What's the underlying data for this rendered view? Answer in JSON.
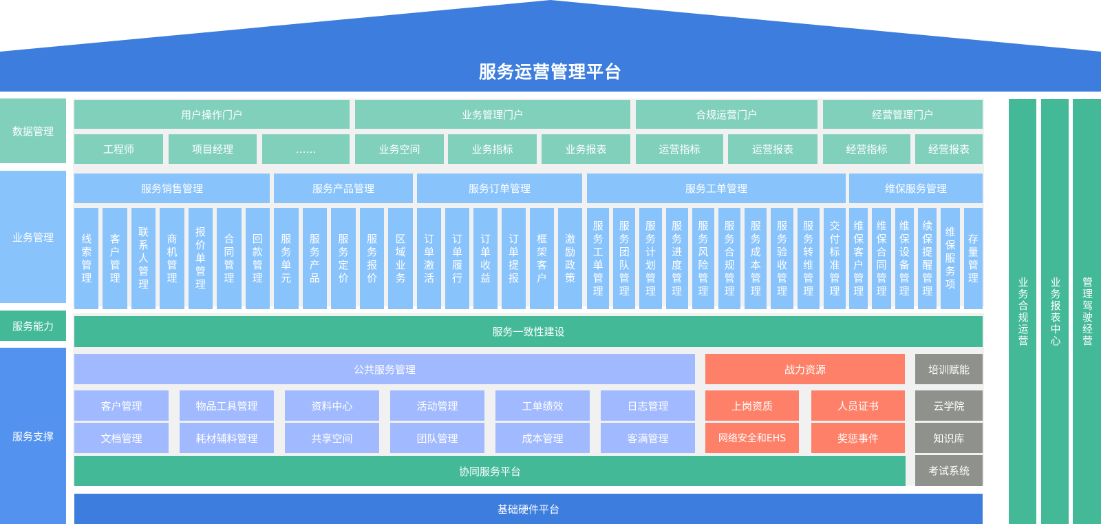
{
  "platform": {
    "title": "服务运营管理平台",
    "colors": {
      "roof": "#3c7ddd",
      "teal_light": "#80d0bc",
      "blue_light": "#89c3fc",
      "green": "#43b997",
      "periwinkle": "#a1baff",
      "coral": "#ff8068",
      "grey": "#8f918d",
      "side_blue": "#5392ee"
    }
  },
  "layers": {
    "data_mgmt": "数据管理",
    "biz_mgmt": "业务管理",
    "service_capability": "服务能力",
    "service_support": "服务支撑"
  },
  "portals": [
    {
      "title": "用户操作门户",
      "items": [
        "工程师",
        "项目经理",
        "……"
      ]
    },
    {
      "title": "业务管理门户",
      "items": [
        "业务空间",
        "业务指标",
        "业务报表"
      ]
    },
    {
      "title": "合规运营门户",
      "items": [
        "运营指标",
        "运营报表"
      ]
    },
    {
      "title": "经营管理门户",
      "items": [
        "经营指标",
        "经营报表"
      ]
    }
  ],
  "biz_groups": [
    {
      "title": "服务销售管理",
      "items": [
        "线索管理",
        "客户管理",
        "联系人管理",
        "商机管理",
        "报价单管理",
        "合同管理",
        "回款管理"
      ]
    },
    {
      "title": "服务产品管理",
      "items": [
        "服务单元",
        "服务产品",
        "服务定价",
        "服务报价",
        "区域业务"
      ]
    },
    {
      "title": "服务订单管理",
      "items": [
        "订单激活",
        "订单履行",
        "订单收益",
        "订单提报",
        "框架客户",
        "激励政策"
      ]
    },
    {
      "title": "服务工单管理",
      "items": [
        "服务工单管理",
        "服务团队管理",
        "服务计划管理",
        "服务进度管理",
        "服务风险管理",
        "服务合规管理",
        "服务成本管理",
        "服务验收管理",
        "服务转维管理",
        "交付标准管理"
      ]
    },
    {
      "title": "维保服务管理",
      "items": [
        "维保客户管理",
        "维保合同管理",
        "维保设备管理",
        "续保提醒管理",
        "维保服务项",
        "存量管理"
      ]
    }
  ],
  "capability": {
    "title": "服务一致性建设"
  },
  "public_services": {
    "title": "公共服务管理",
    "row1": [
      "客户管理",
      "物品工具管理",
      "资料中心",
      "活动管理",
      "工单绩效",
      "日志管理"
    ],
    "row2": [
      "文档管理",
      "耗材辅料管理",
      "共享空间",
      "团队管理",
      "成本管理",
      "客满管理"
    ]
  },
  "combat_resources": {
    "title": "战力资源",
    "row1": [
      "上岗资质",
      "人员证书"
    ],
    "row2": [
      "网络安全和EHS",
      "奖惩事件"
    ]
  },
  "training": {
    "title": "培训赋能",
    "items": [
      "云学院",
      "知识库",
      "考试系统"
    ]
  },
  "collab_platform": "协同服务平台",
  "hardware_platform": "基础硬件平台",
  "pillars": [
    "业务合规运营",
    "业务报表中心",
    "管理驾驶经营"
  ]
}
